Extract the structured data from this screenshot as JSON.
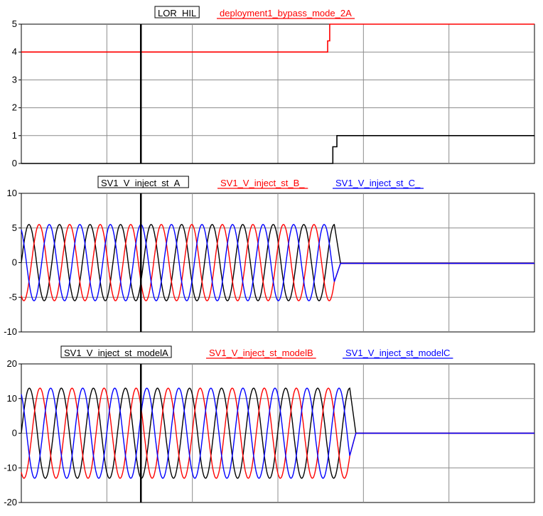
{
  "window": {
    "background": "#ffffff"
  },
  "colors": {
    "black": "#000000",
    "red": "#ff0000",
    "blue": "#0000ff",
    "grid": "#8c8c8c"
  },
  "chart_data": [
    {
      "type": "line",
      "legend": [
        "LOR_HIL",
        "deployment1_bypass_mode_2A"
      ],
      "ylim": [
        0,
        5
      ],
      "yticks": [
        "5",
        "4",
        "3",
        "2",
        "1",
        "0"
      ],
      "grid": true,
      "series": [
        {
          "name": "LOR_HIL",
          "color": "#000000",
          "x": [
            0,
            0.607,
            0.607,
            0.615,
            0.615,
            1.0
          ],
          "y": [
            0,
            0,
            0.6,
            0.6,
            1,
            1
          ]
        },
        {
          "name": "deployment1_bypass_mode_2A",
          "color": "#ff0000",
          "x": [
            0,
            0.597,
            0.597,
            0.601,
            0.601,
            1.0
          ],
          "y": [
            4,
            4,
            4.4,
            4.4,
            5,
            5
          ]
        }
      ]
    },
    {
      "type": "line",
      "legend": [
        "SV1_V_inject_st_A_",
        "SV1_V_inject_st_B_",
        "SV1_V_inject_st_C_"
      ],
      "ylim": [
        -10,
        10
      ],
      "yticks": [
        "10",
        "5",
        "0",
        "-5",
        "-10"
      ],
      "grid": true,
      "wave": {
        "amplitude": 5.5,
        "cycles": 10.25,
        "stop_x": 0.61,
        "end_offset": -0.1
      },
      "series": [
        {
          "name": "SV1_V_inject_st_A_",
          "color": "#000000",
          "phase_deg": 0
        },
        {
          "name": "SV1_V_inject_st_B_",
          "color": "#ff0000",
          "phase_deg": -120
        },
        {
          "name": "SV1_V_inject_st_C_",
          "color": "#0000ff",
          "phase_deg": 120
        }
      ]
    },
    {
      "type": "line",
      "legend": [
        "SV1_V_inject_st_modelA",
        "SV1_V_inject_st_modelB",
        "SV1_V_inject_st_modelC"
      ],
      "ylim": [
        -20,
        20
      ],
      "yticks": [
        "20",
        "10",
        "0",
        "-10",
        "-20"
      ],
      "grid": true,
      "wave": {
        "amplitude": 13,
        "cycles": 10.25,
        "stop_x": 0.64,
        "end_offset": 0
      },
      "series": [
        {
          "name": "SV1_V_inject_st_modelA",
          "color": "#000000",
          "phase_deg": 0
        },
        {
          "name": "SV1_V_inject_st_modelB",
          "color": "#ff0000",
          "phase_deg": -120
        },
        {
          "name": "SV1_V_inject_st_modelC",
          "color": "#0000ff",
          "phase_deg": 120
        }
      ]
    }
  ],
  "cursor": {
    "x_fraction": 0.233
  }
}
